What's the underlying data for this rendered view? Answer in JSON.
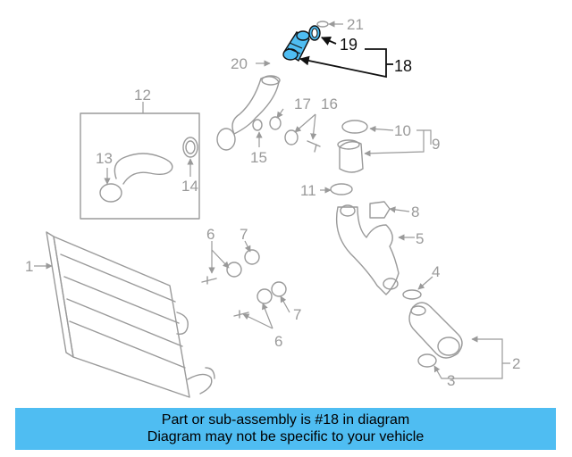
{
  "callouts": {
    "n1": "1",
    "n2": "2",
    "n3": "3",
    "n4": "4",
    "n5": "5",
    "n6a": "6",
    "n6b": "6",
    "n7a": "7",
    "n7b": "7",
    "n8": "8",
    "n9": "9",
    "n10": "10",
    "n11": "11",
    "n12": "12",
    "n13": "13",
    "n14": "14",
    "n15": "15",
    "n16": "16",
    "n17": "17",
    "n18": "18",
    "n19": "19",
    "n20": "20",
    "n21": "21"
  },
  "highlight": {
    "part_number": "18",
    "color": "#4fbdf2"
  },
  "banner": {
    "line1": "Part or sub-assembly is #18 in diagram",
    "line2": "Diagram may not be specific to your vehicle",
    "background": "#4fbdf2"
  }
}
